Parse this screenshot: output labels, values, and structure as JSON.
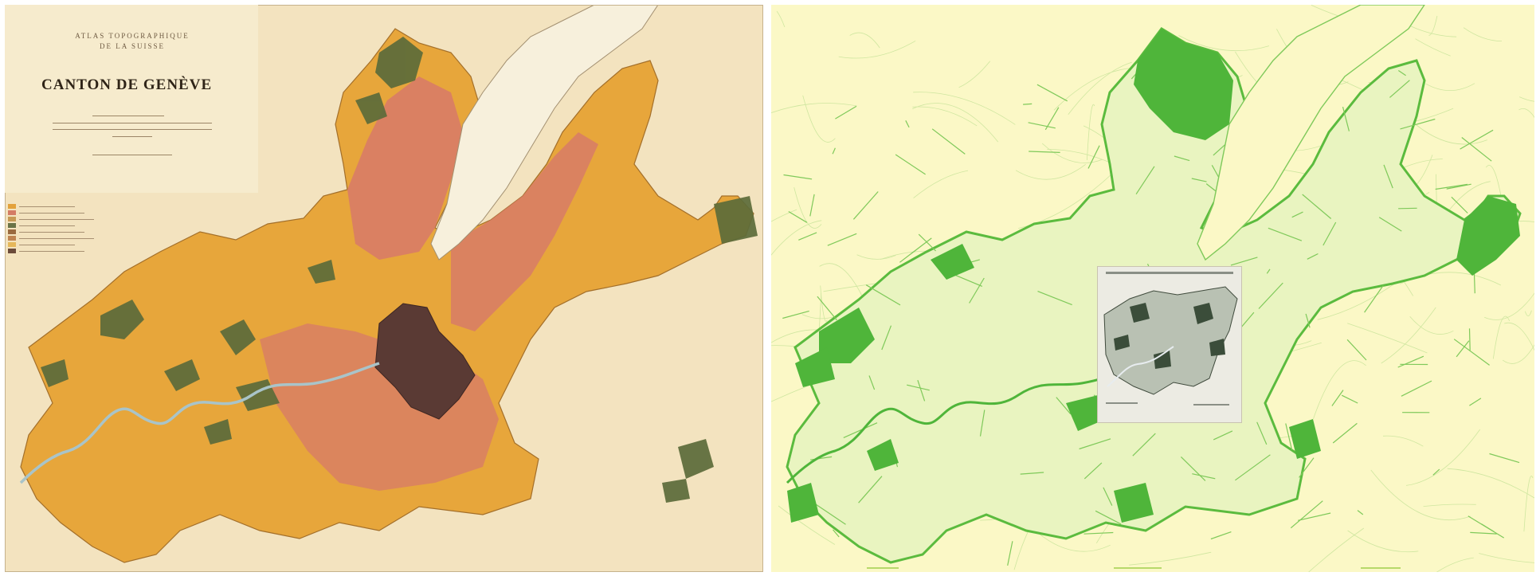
{
  "left_map": {
    "title": "CANTON DE GENÈVE",
    "atlas_line_1": "ATLAS TOPOGRAPHIQUE",
    "atlas_line_2": "DE LA SUISSE",
    "colors": {
      "paper": "#f3e3bf",
      "fields": "#e7a63b",
      "vineyards": "#d7796a",
      "forest": "#5c6b3a",
      "city": "#5a3a34",
      "lake": "#f7f0dc",
      "river": "#a9c4c9"
    }
  },
  "right_map": {
    "colors": {
      "background": "#fbf8c6",
      "network": "#a9d97a",
      "forest": "#4fb53a",
      "lake": "#fbf8c6"
    },
    "inset_icon": "mini-map-thumbnail"
  },
  "legend_colors": [
    "#e3a23c",
    "#d47c65",
    "#c79a55",
    "#6a7346",
    "#9a6a3f",
    "#bf8451",
    "#e5b75a",
    "#6b4b3a"
  ]
}
